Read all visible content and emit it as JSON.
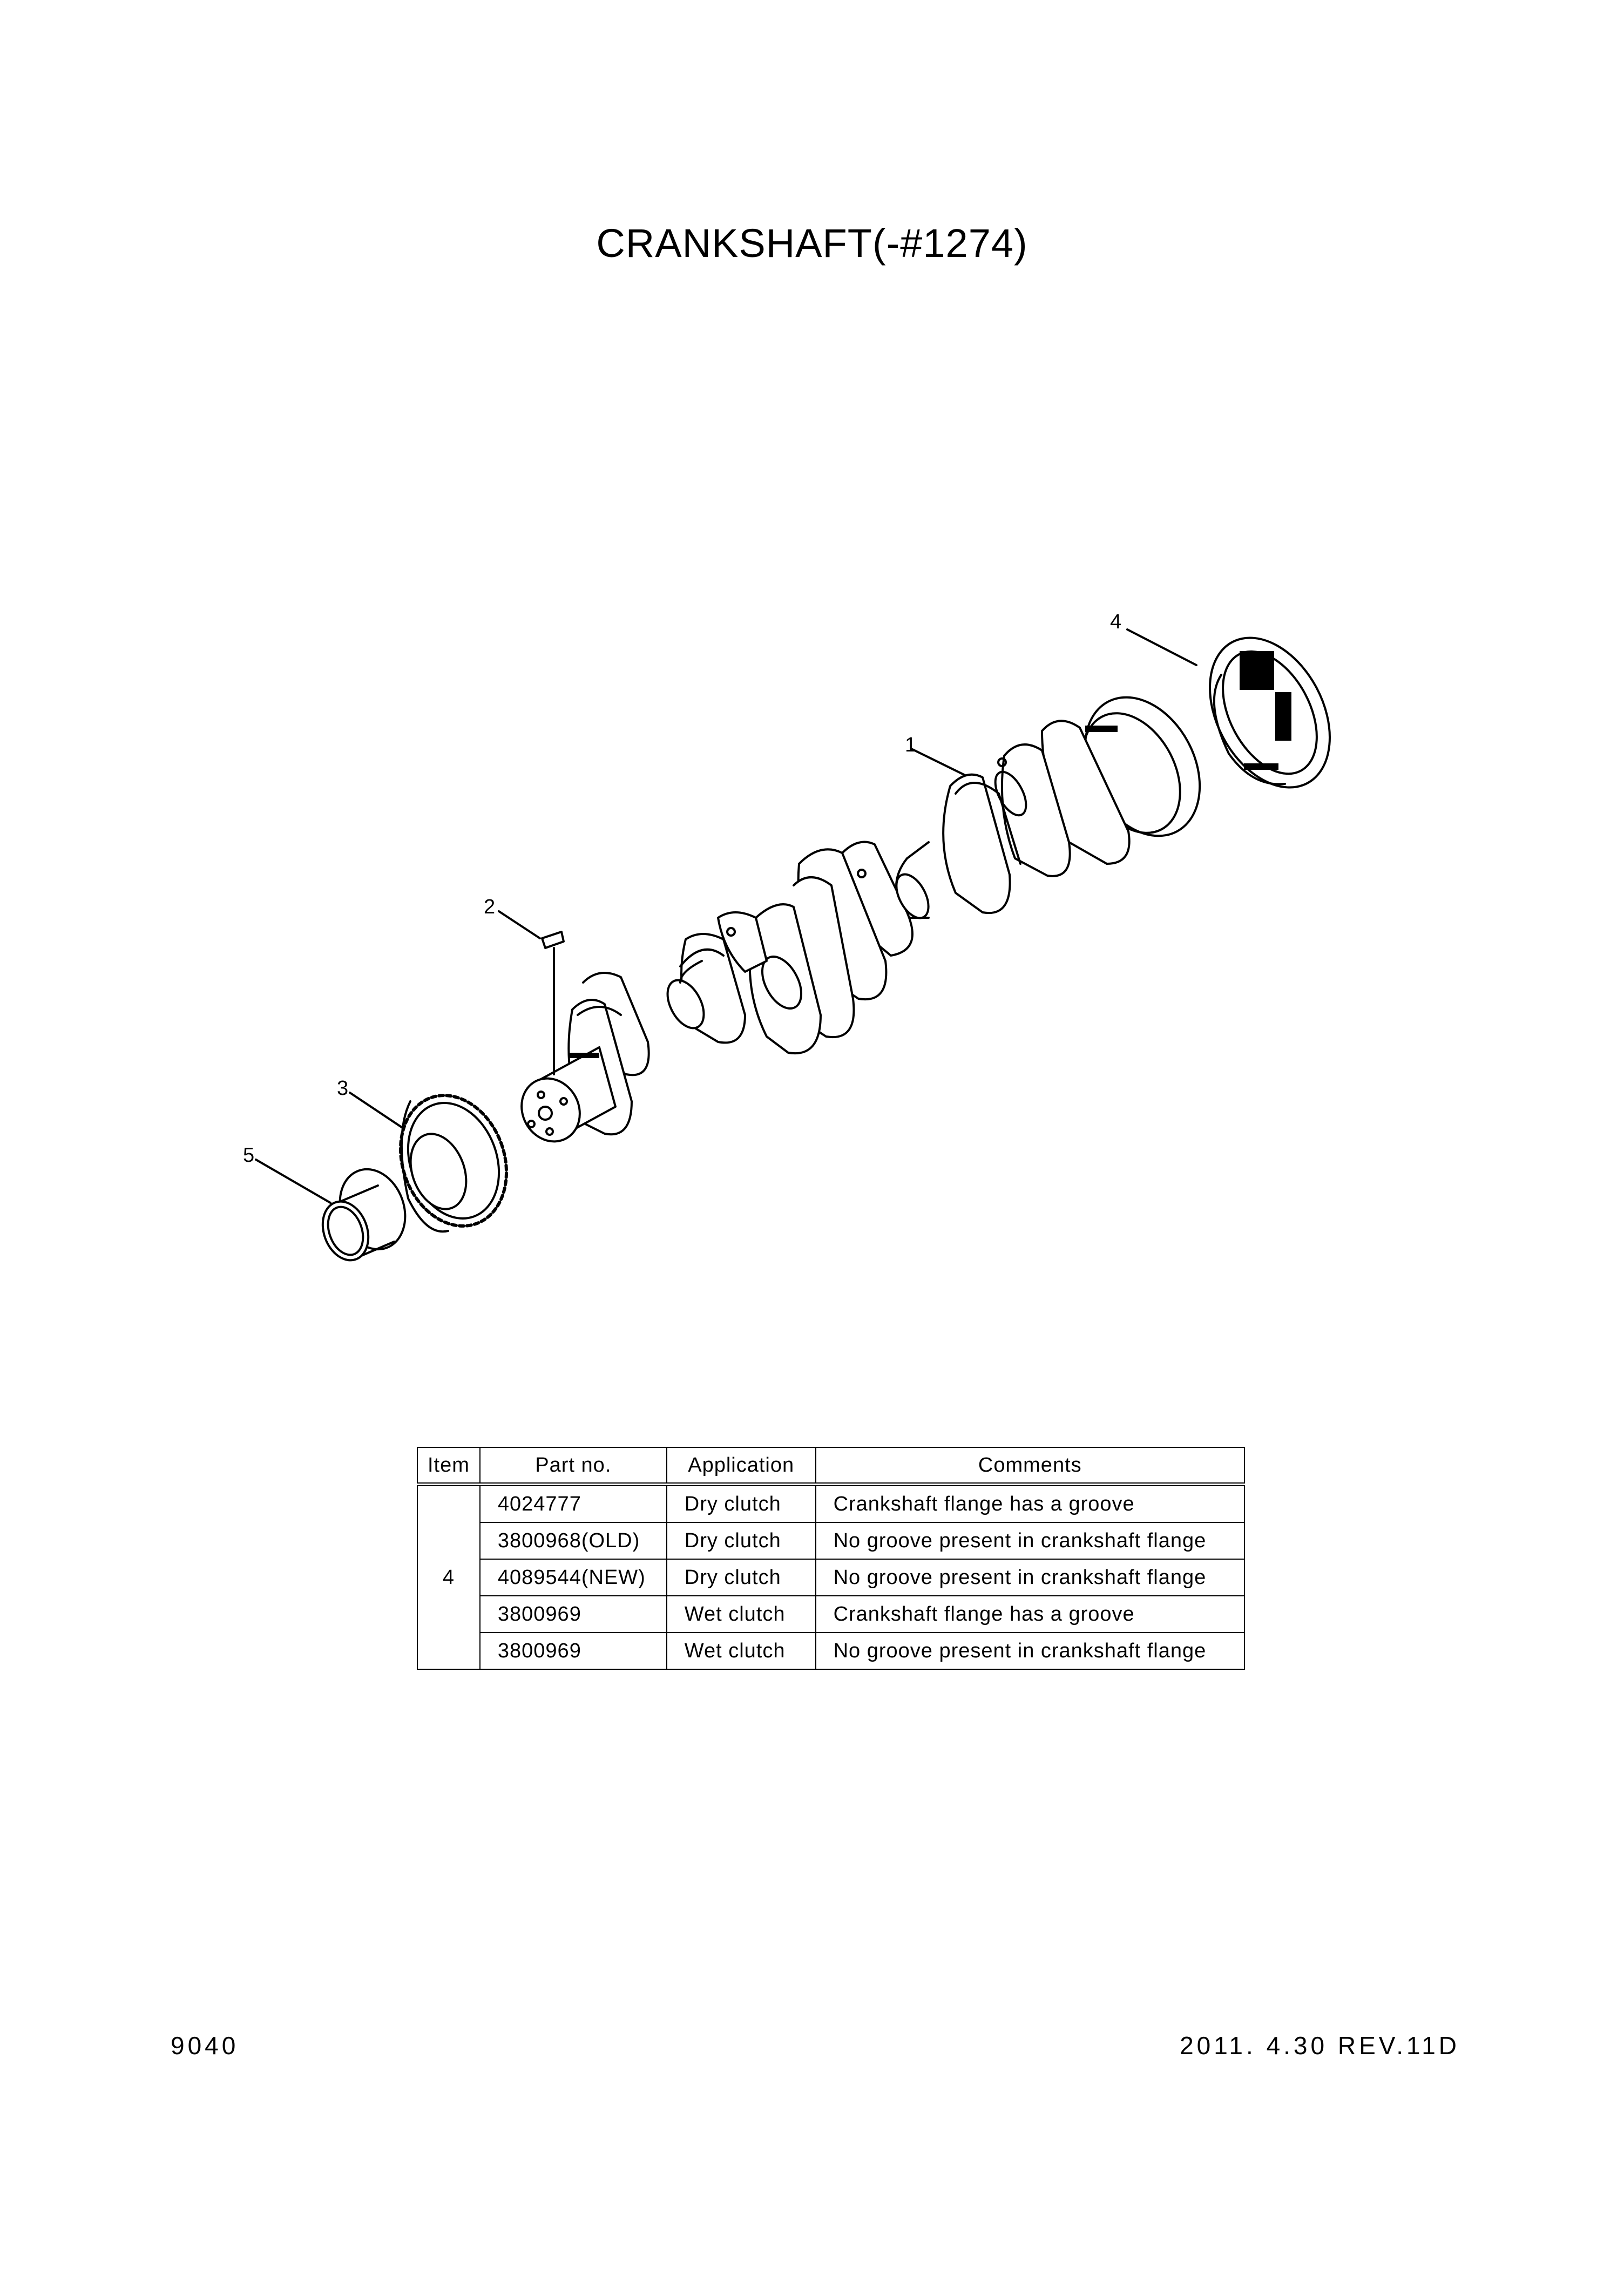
{
  "title": "CRANKSHAFT(-#1274)",
  "callouts": [
    "1",
    "2",
    "3",
    "4",
    "5"
  ],
  "table": {
    "headers": [
      "Item",
      "Part no.",
      "Application",
      "Comments"
    ],
    "item": "4",
    "rows": [
      {
        "part": "4024777",
        "application": "Dry clutch",
        "comment": "Crankshaft flange has a groove"
      },
      {
        "part": "3800968(OLD)",
        "application": "Dry clutch",
        "comment": "No groove present in crankshaft flange"
      },
      {
        "part": "4089544(NEW)",
        "application": "Dry clutch",
        "comment": "No groove present in crankshaft flange"
      },
      {
        "part": "3800969",
        "application": "Wet clutch",
        "comment": "Crankshaft flange has a groove"
      },
      {
        "part": "3800969",
        "application": "Wet clutch",
        "comment": "No groove present in crankshaft flange"
      }
    ]
  },
  "footer": {
    "page": "9040",
    "revision": "2011. 4.30  REV.11D"
  }
}
